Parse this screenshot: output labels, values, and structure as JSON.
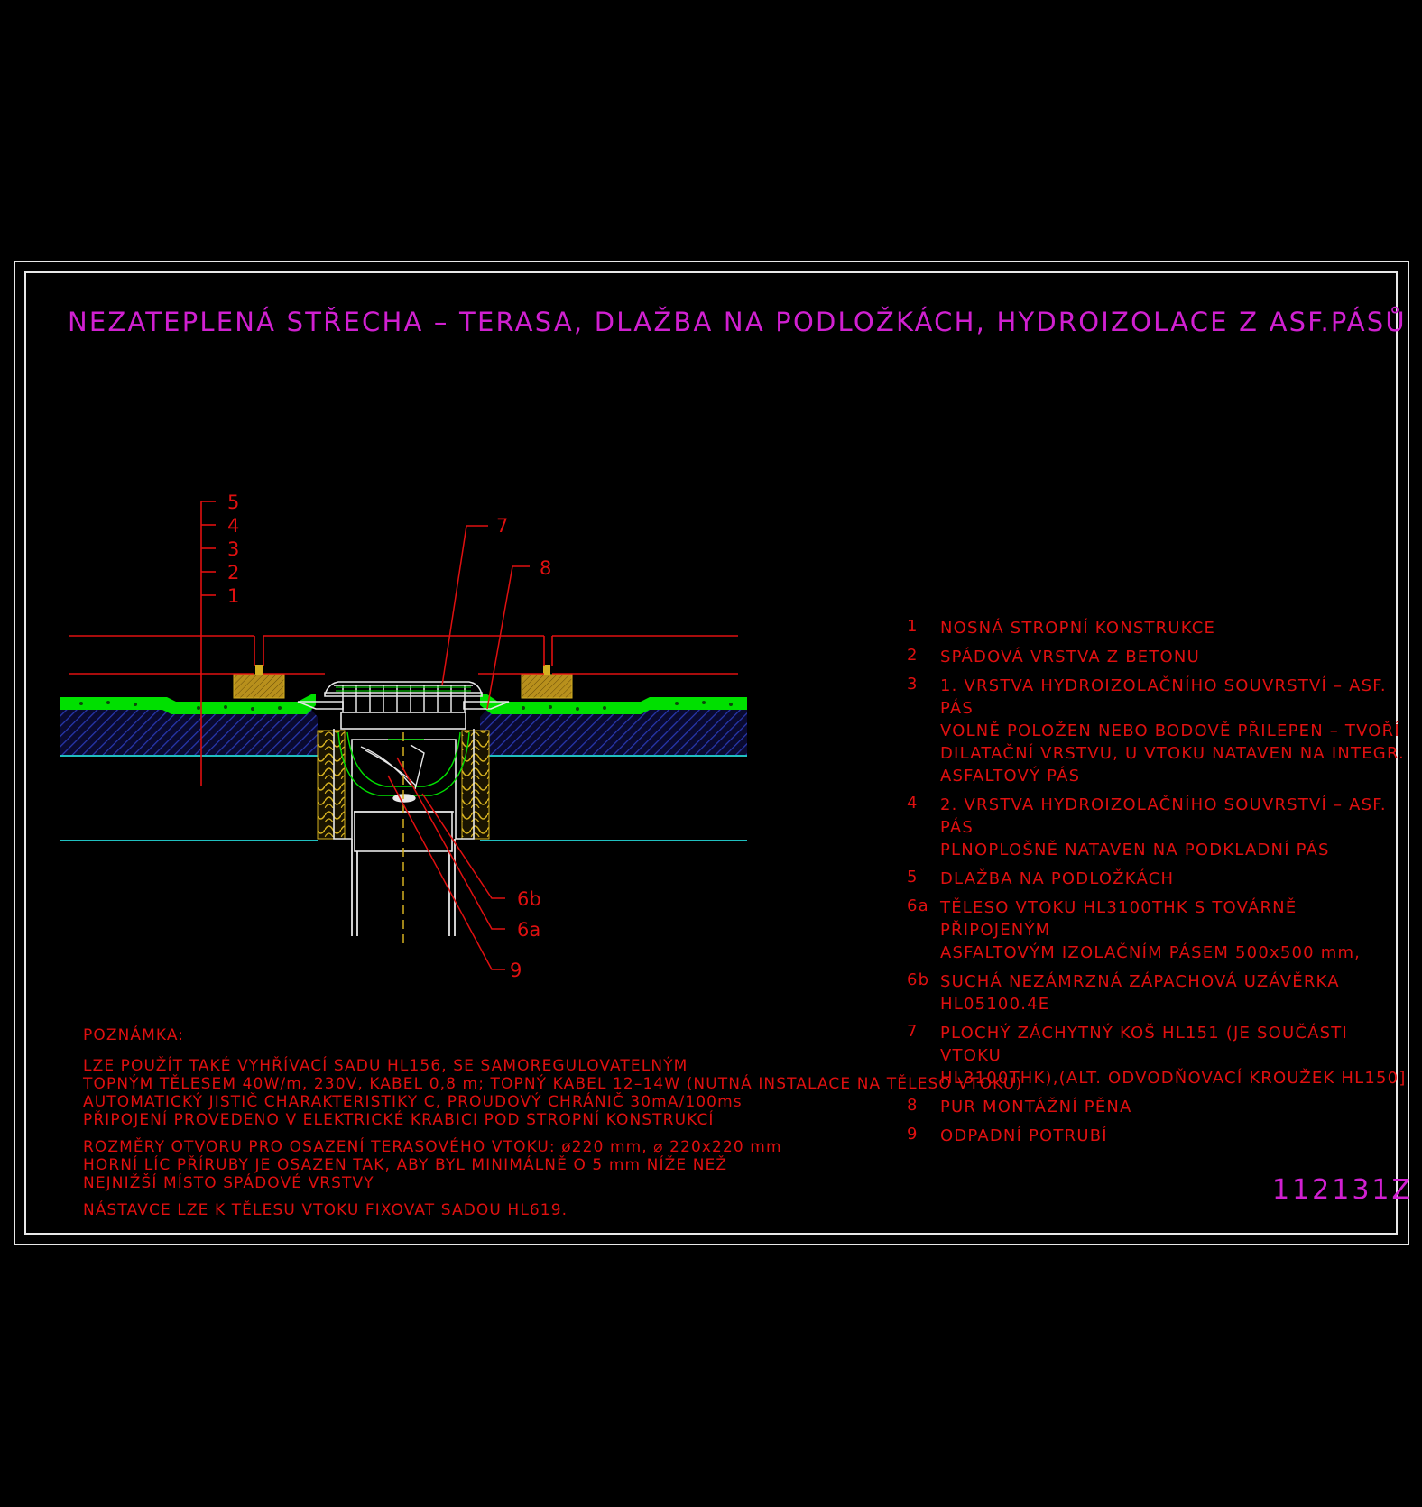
{
  "title": "NEZATEPLENÁ STŘECHA – TERASA, DLAŽBA NA PODLOŽKÁCH, HYDROIZOLACE Z ASF.PÁSŮ",
  "drawing_code": "112131Z",
  "colors": {
    "background": "#000000",
    "frame": "#e8e8e8",
    "title": "#d020d0",
    "annotation": "#e01010",
    "membrane": "#00ff00",
    "concrete": "#2030a0",
    "insulation": "#d4b020",
    "pipe_line": "#e8e8e8",
    "cyan_line": "#20c0c0"
  },
  "drawing": {
    "layer_markers": [
      "5",
      "4",
      "3",
      "2",
      "1"
    ],
    "callouts": {
      "c7": "7",
      "c8": "8",
      "c6b": "6b",
      "c6a": "6a",
      "c9": "9"
    }
  },
  "legend": [
    {
      "num": "1",
      "text": "NOSNÁ STROPNÍ KONSTRUKCE"
    },
    {
      "num": "2",
      "text": "SPÁDOVÁ VRSTVA Z BETONU"
    },
    {
      "num": "3",
      "text": "1. VRSTVA HYDROIZOLAČNÍHO SOUVRSTVÍ – ASF. PÁS\nVOLNĚ POLOŽEN NEBO BODOVĚ PŘILEPEN – TVOŘÍ\nDILATAČNÍ VRSTVU, U VTOKU NATAVEN NA INTEGR.\nASFALTOVÝ PÁS"
    },
    {
      "num": "4",
      "text": "2. VRSTVA HYDROIZOLAČNÍHO SOUVRSTVÍ – ASF. PÁS\nPLNOPLOŠNĚ NATAVEN NA PODKLADNÍ PÁS"
    },
    {
      "num": "5",
      "text": "DLAŽBA NA PODLOŽKÁCH"
    },
    {
      "num": "6a",
      "text": "TĚLESO VTOKU HL3100THK S TOVÁRNĚ PŘIPOJENÝM\nASFALTOVÝM IZOLAČNÍM PÁSEM 500x500 mm,"
    },
    {
      "num": "6b",
      "text": "SUCHÁ NEZÁMRZNÁ ZÁPACHOVÁ UZÁVĚRKA HL05100.4E"
    },
    {
      "num": "7",
      "text": "PLOCHÝ ZÁCHYTNÝ KOŠ HL151 (JE SOUČÁSTI VTOKU\nHL3100THK),(ALT. ODVODŇOVACÍ KROUŽEK HL150]"
    },
    {
      "num": "8",
      "text": "PUR MONTÁŽNÍ PĚNA"
    },
    {
      "num": "9",
      "text": "ODPADNÍ POTRUBÍ"
    }
  ],
  "notes": {
    "heading": "POZNÁMKA:",
    "block1": [
      "LZE POUŽÍT TAKÉ VYHŘÍVACÍ SADU HL156, SE SAMOREGULOVATELNÝM",
      "TOPNÝM TĚLESEM 40W/m, 230V, KABEL 0,8 m; TOPNÝ KABEL 12–14W (NUTNÁ INSTALACE NA TĚLESO VTOKU)",
      "AUTOMATICKÝ JISTIČ CHARAKTERISTIKY C, PROUDOVÝ CHRÁNIČ 30mA/100ms",
      "PŘIPOJENÍ PROVEDENO V ELEKTRICKÉ KRABICI POD STROPNÍ KONSTRUKCÍ"
    ],
    "block2": [
      "ROZMĚRY OTVORU PRO OSAZENÍ TERASOVÉHO VTOKU: ø220 mm, ⌀ 220x220 mm",
      "HORNÍ LÍC PŘÍRUBY JE OSAZEN TAK, ABY BYL MINIMÁLNĚ O 5 mm NÍŽE NEŽ",
      "NEJNIŽŠÍ MÍSTO SPÁDOVÉ VRSTVY"
    ],
    "block3": [
      "NÁSTAVCE LZE K TĚLESU VTOKU FIXOVAT SADOU HL619."
    ]
  }
}
